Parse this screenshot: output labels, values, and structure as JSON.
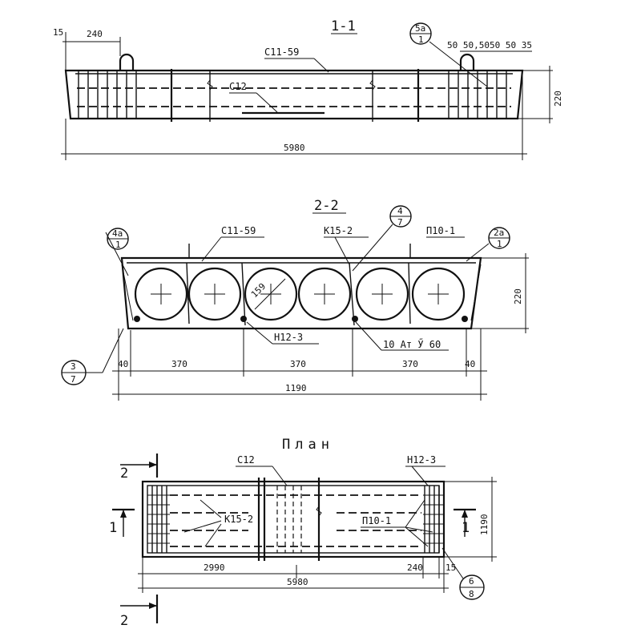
{
  "section_1_1": {
    "title": "1-1",
    "label_c11": "С11-59",
    "label_c12": "С12",
    "dim_15": "15",
    "dim_240": "240",
    "dim_220": "220",
    "dim_5980": "5980",
    "right_dims": "50 50,5050 50 35",
    "callout_top": "5а",
    "callout_bottom": "1"
  },
  "section_2_2": {
    "title": "2-2",
    "label_c11": "С11-59",
    "label_k15": "К15-2",
    "label_p10": "П10-1",
    "label_n12": "Н12-3",
    "label_bars": "10 Ат Ӳ 60",
    "dim_159": "159",
    "dim_220": "220",
    "dim_40_left": "40",
    "dim_370_a": "370",
    "dim_370_b": "370",
    "dim_370_c": "370",
    "dim_40_right": "40",
    "dim_1190": "1190",
    "callout_4a_top": "4а",
    "callout_4a_bottom": "1",
    "callout_4_top": "4",
    "callout_4_bottom": "7",
    "callout_2a_top": "2а",
    "callout_2a_bottom": "1",
    "callout_3_top": "3",
    "callout_3_bottom": "7"
  },
  "plan": {
    "title": "План",
    "label_c12": "С12",
    "label_n12": "Н12-3",
    "label_k15": "К15-2",
    "label_p10": "П10-1",
    "dim_1190": "1190",
    "dim_2990": "2990",
    "dim_240": "240",
    "dim_15": "15",
    "dim_5980": "5980",
    "cut_2_top": "2",
    "cut_2_bottom": "2",
    "cut_1_left": "1",
    "cut_1_right": "1",
    "callout_6_top": "6",
    "callout_6_bottom": "8"
  }
}
